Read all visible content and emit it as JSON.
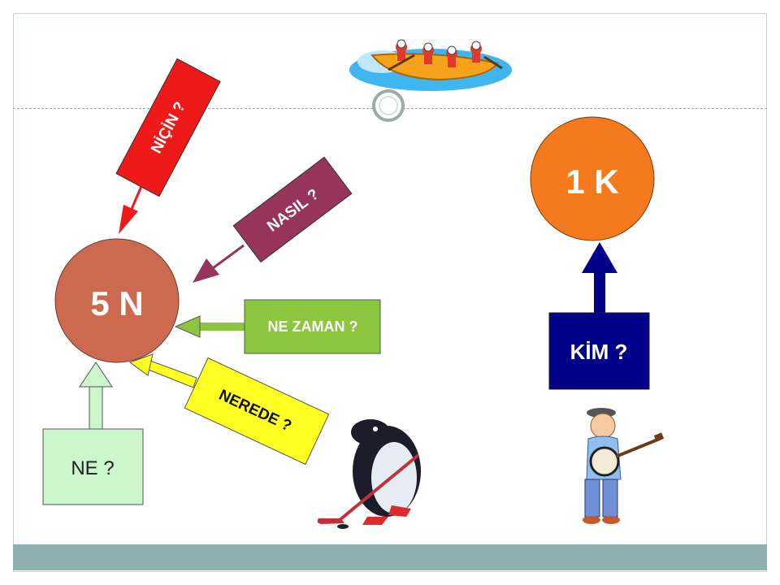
{
  "main_circle": {
    "label": "5 N"
  },
  "target_circle": {
    "label": "1 K"
  },
  "questions": {
    "nicin": "NİÇİN ?",
    "nasil": "NASIL ?",
    "ne_zaman": "NE  ZAMAN ?",
    "nerede": "NEREDE ?",
    "ne": "NE ?",
    "kim": "KİM ?"
  },
  "colors": {
    "main_circle": "#cc6a50",
    "target_circle": "#f57a1e",
    "nicin": "#ee1a1a",
    "nasil": "#96345c",
    "ne_zaman": "#8cc63e",
    "nerede": "#ffff22",
    "ne": "#ccf5cc",
    "kim": "#000088",
    "footer": "#8fb0b0"
  },
  "illustrations": [
    "rafting-boat",
    "penguin-hockey",
    "banjo-player"
  ]
}
